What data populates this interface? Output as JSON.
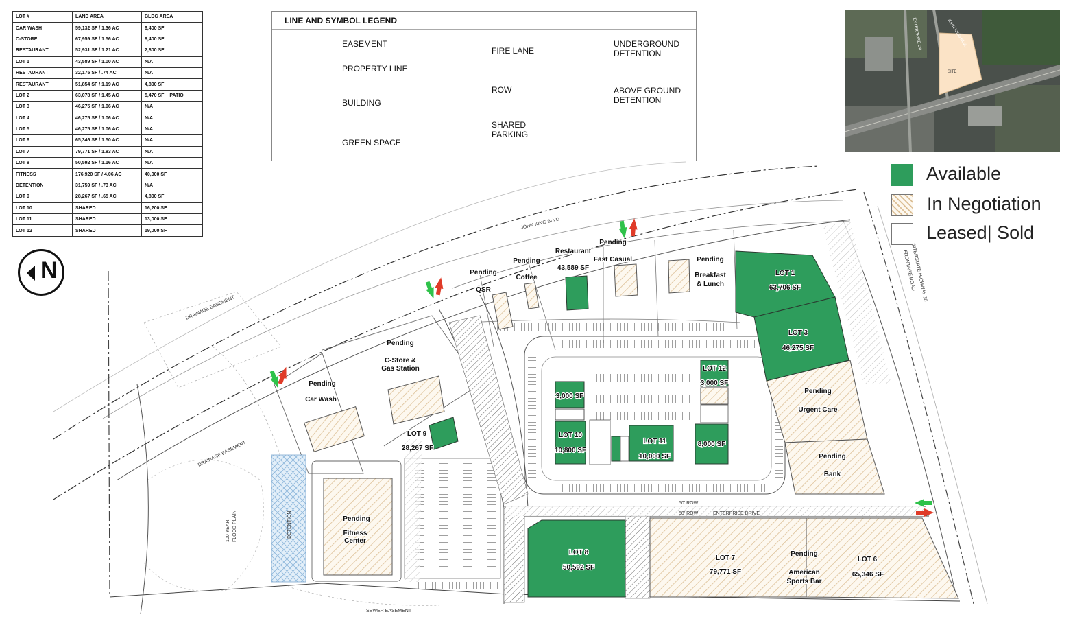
{
  "lot_table": {
    "headers": [
      "LOT #",
      "LAND AREA",
      "BLDG AREA"
    ],
    "rows": [
      [
        "CAR WASH",
        "59,132 SF / 1.36 AC",
        "6,400 SF"
      ],
      [
        "C-STORE",
        "67,959 SF / 1.56 AC",
        "8,400 SF"
      ],
      [
        "RESTAURANT",
        "52,931 SF / 1.21 AC",
        "2,800 SF"
      ],
      [
        "LOT 1",
        "43,589 SF / 1.00 AC",
        "N/A"
      ],
      [
        "RESTAURANT",
        "32,175 SF / .74 AC",
        "N/A"
      ],
      [
        "RESTAURANT",
        "51,854 SF / 1.19 AC",
        "4,800 SF"
      ],
      [
        "LOT 2",
        "63,078 SF / 1.45 AC",
        "5,470 SF + PATIO"
      ],
      [
        "LOT 3",
        "46,275 SF / 1.06 AC",
        "N/A"
      ],
      [
        "LOT 4",
        "46,275 SF / 1.06 AC",
        "N/A"
      ],
      [
        "LOT 5",
        "46,275 SF / 1.06 AC",
        "N/A"
      ],
      [
        "LOT 6",
        "65,346 SF / 1.50 AC",
        "N/A"
      ],
      [
        "LOT 7",
        "79,771 SF / 1.83 AC",
        "N/A"
      ],
      [
        "LOT 8",
        "50,592 SF / 1.16 AC",
        "N/A"
      ],
      [
        "FITNESS",
        "176,920 SF / 4.06 AC",
        "40,000 SF"
      ],
      [
        "DETENTION",
        "31,759 SF / .73 AC",
        "N/A"
      ],
      [
        "LOT 9",
        "28,267 SF / .65 AC",
        "4,800 SF"
      ],
      [
        "LOT 10",
        "SHARED",
        "16,200 SF"
      ],
      [
        "LOT 11",
        "SHARED",
        "13,000 SF"
      ],
      [
        "LOT 12",
        "SHARED",
        "19,000 SF"
      ]
    ]
  },
  "legend": {
    "title": "LINE AND SYMBOL LEGEND",
    "easement": "EASEMENT",
    "property_line": "PROPERTY LINE",
    "building": "BUILDING",
    "green_space": "GREEN SPACE",
    "fire_lane": "FIRE LANE",
    "row": "ROW",
    "shared_parking": "SHARED\nPARKING",
    "underground_detention": "UNDERGROUND\nDETENTION",
    "above_ground_detention": "ABOVE GROUND\nDETENTION"
  },
  "status_key": {
    "available": "Available",
    "in_negotiation": "In Negotiation",
    "leased_sold": "Leased| Sold"
  },
  "north": "N",
  "aerial": {
    "site": "SITE",
    "road_1": "ENTERPRISE DR",
    "road_2": "JOHN KING BLVD"
  },
  "roads": {
    "john_king": "JOHN KING BLVD",
    "interstate": "INTERSTATE HIGHWAY 30",
    "frontage": "FRONTAGE ROAD",
    "enterprise": "ENTERPRISE DRIVE",
    "row_1": "50' ROW",
    "row_2": "50' ROW",
    "drainage_1": "DRAINAGE EASEMENT",
    "drainage_2": "DRAINAGE EASEMENT",
    "flood_1": "100 YEAR",
    "flood_2": "FLOOD PLAIN",
    "detention": "DETENTION",
    "sewer": "SEWER EASEMENT"
  },
  "parcels": {
    "car_wash": {
      "line1": "Pending",
      "line2": "Car Wash"
    },
    "c_store": {
      "line1": "Pending",
      "line2": "C-Store &",
      "line3": "Gas Station"
    },
    "qsr": {
      "line1": "Pending",
      "line2": "QSR"
    },
    "coffee": {
      "line1": "Pending",
      "line2": "Coffee"
    },
    "restaurant": {
      "line1": "Restaurant",
      "line2": "43,589 SF"
    },
    "fast_casual": {
      "line1": "Pending",
      "line2": "Fast Casual"
    },
    "breakfast": {
      "line1": "Pending",
      "line2": "Breakfast",
      "line3": "& Lunch"
    },
    "lot1": {
      "line1": "LOT 1",
      "line2": "63,706 SF"
    },
    "lot3": {
      "line1": "LOT 3",
      "line2": "46,275 SF"
    },
    "urgent_care": {
      "line1": "Pending",
      "line2": "Urgent Care"
    },
    "bank": {
      "line1": "Pending",
      "line2": "Bank"
    },
    "lot9": {
      "line1": "LOT 9",
      "line2": "28,267 SF"
    },
    "fitness": {
      "line1": "Pending",
      "line2": "Fitness",
      "line3": "Center"
    },
    "lot10": {
      "line1": "LOT 10",
      "line2": "10,800 SF"
    },
    "lot10_small": {
      "line1": "3,000 SF"
    },
    "lot11": {
      "line1": "LOT 11",
      "line2": "10,000 SF"
    },
    "lot12": {
      "line1": "LOT 12",
      "line2": "3,000 SF"
    },
    "lot12_big": {
      "line1": "8,000 SF"
    },
    "lot8": {
      "line1": "LOT 8",
      "line2": "50,592 SF"
    },
    "lot7": {
      "line1": "LOT 7",
      "line2": "79,771 SF"
    },
    "sports_bar": {
      "line1": "Pending",
      "line2": "American",
      "line3": "Sports Bar"
    },
    "lot6": {
      "line1": "LOT 6",
      "line2": "65,346 SF"
    }
  },
  "colors": {
    "available": "#2e9d5c",
    "negotiation_hatch": "#d9b98a",
    "building": "#fbe3c6",
    "green_space": "#eefaf2",
    "above_detention": "#a9cbe6",
    "arrow_in": "#2fc24a",
    "arrow_out": "#e03b28"
  }
}
